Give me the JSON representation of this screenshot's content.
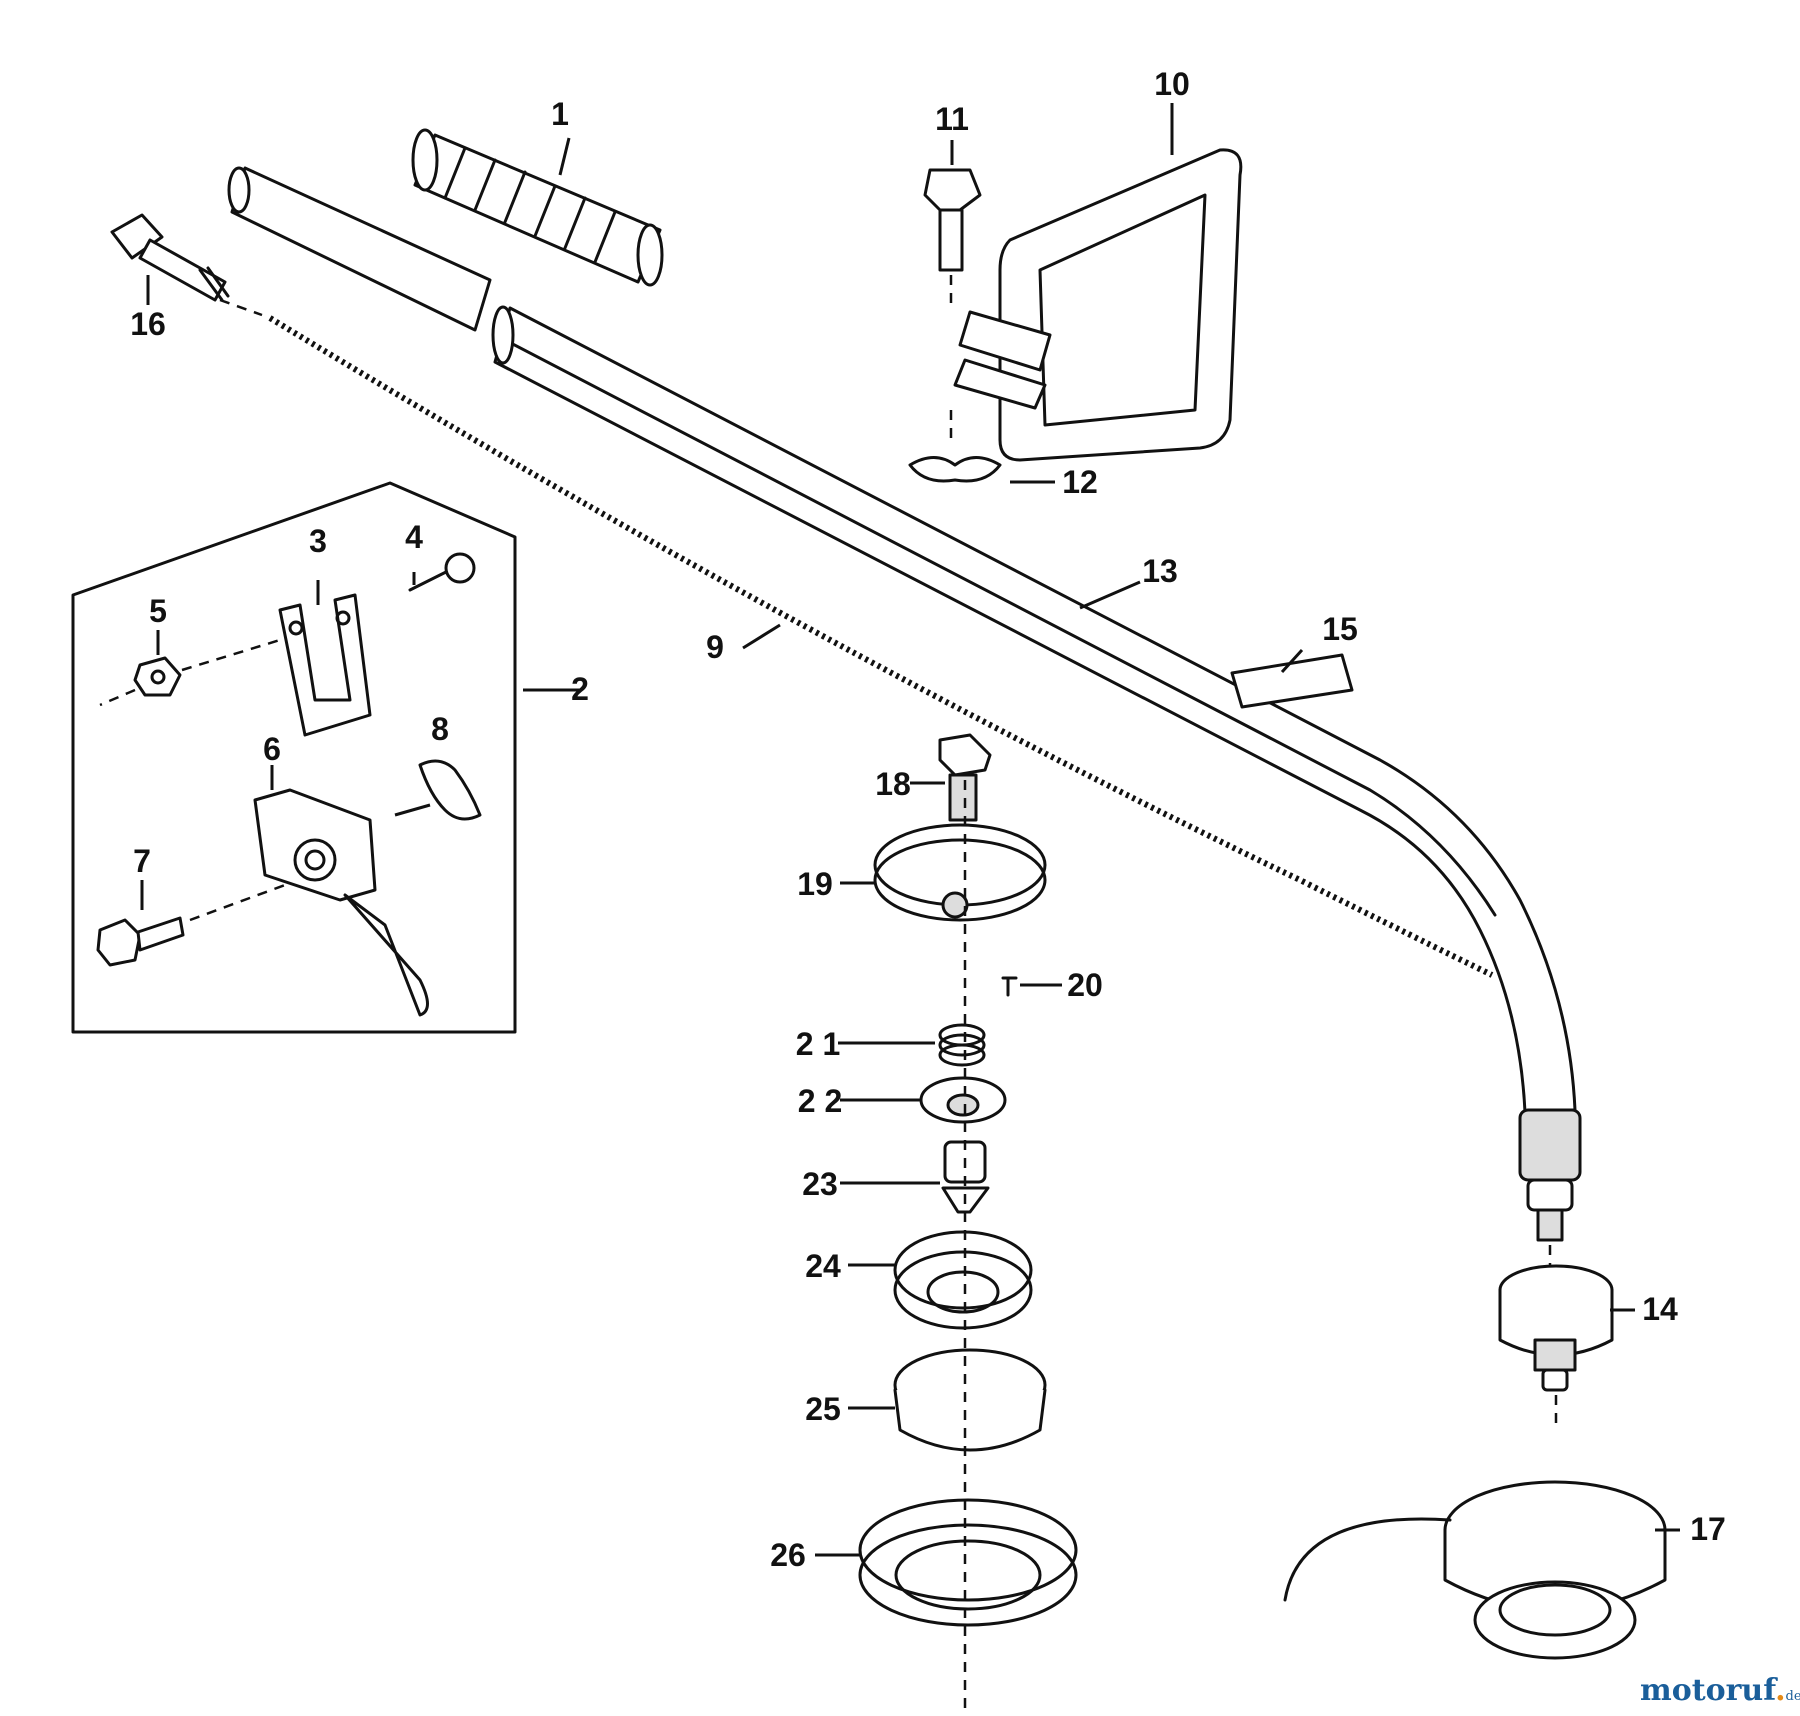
{
  "callouts": {
    "p1": "1",
    "p2": "2",
    "p3": "3",
    "p4": "4",
    "p5": "5",
    "p6": "6",
    "p7": "7",
    "p8": "8",
    "p9": "9",
    "p10": "10",
    "p11": "11",
    "p12": "12",
    "p13": "13",
    "p14": "14",
    "p15": "15",
    "p16": "16",
    "p17": "17",
    "p18": "18",
    "p19": "19",
    "p20": "20",
    "p21": "2 1",
    "p22": "2 2",
    "p23": "23",
    "p24": "24",
    "p25": "25",
    "p26": "26"
  },
  "watermark": {
    "brand_main": "motoruf",
    "brand_dot": ".",
    "brand_tld": "de"
  }
}
